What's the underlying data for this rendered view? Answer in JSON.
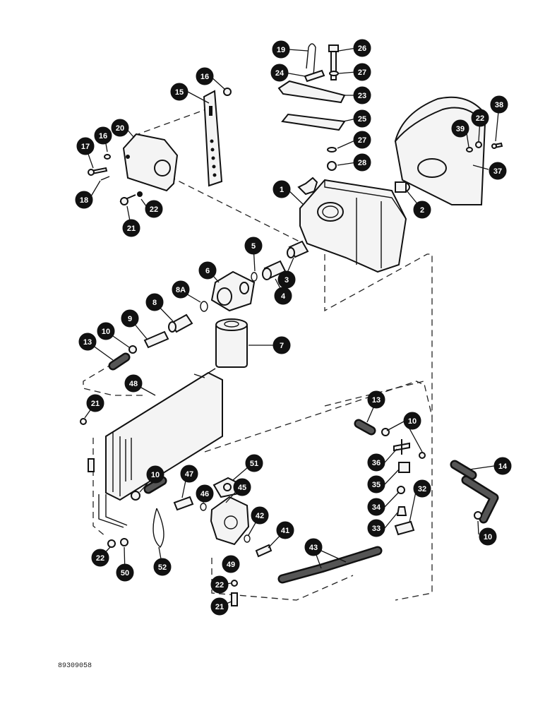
{
  "diagram_code": "89309058",
  "callouts": [
    {
      "label": "19"
    },
    {
      "label": "26"
    },
    {
      "label": "24"
    },
    {
      "label": "27"
    },
    {
      "label": "23"
    },
    {
      "label": "25"
    },
    {
      "label": "27"
    },
    {
      "label": "28"
    },
    {
      "label": "16"
    },
    {
      "label": "15"
    },
    {
      "label": "20"
    },
    {
      "label": "16"
    },
    {
      "label": "17"
    },
    {
      "label": "18"
    },
    {
      "label": "21"
    },
    {
      "label": "22"
    },
    {
      "label": "39"
    },
    {
      "label": "22"
    },
    {
      "label": "38"
    },
    {
      "label": "37"
    },
    {
      "label": "1"
    },
    {
      "label": "2"
    },
    {
      "label": "5"
    },
    {
      "label": "3"
    },
    {
      "label": "4"
    },
    {
      "label": "6"
    },
    {
      "label": "8A"
    },
    {
      "label": "8"
    },
    {
      "label": "9"
    },
    {
      "label": "10"
    },
    {
      "label": "13"
    },
    {
      "label": "7"
    },
    {
      "label": "48"
    },
    {
      "label": "21"
    },
    {
      "label": "13"
    },
    {
      "label": "10"
    },
    {
      "label": "36"
    },
    {
      "label": "14"
    },
    {
      "label": "35"
    },
    {
      "label": "32"
    },
    {
      "label": "34"
    },
    {
      "label": "10"
    },
    {
      "label": "33"
    },
    {
      "label": "51"
    },
    {
      "label": "47"
    },
    {
      "label": "10"
    },
    {
      "label": "46"
    },
    {
      "label": "45"
    },
    {
      "label": "42"
    },
    {
      "label": "41"
    },
    {
      "label": "43"
    },
    {
      "label": "22"
    },
    {
      "label": "50"
    },
    {
      "label": "52"
    },
    {
      "label": "49"
    },
    {
      "label": "22"
    },
    {
      "label": "21"
    }
  ]
}
